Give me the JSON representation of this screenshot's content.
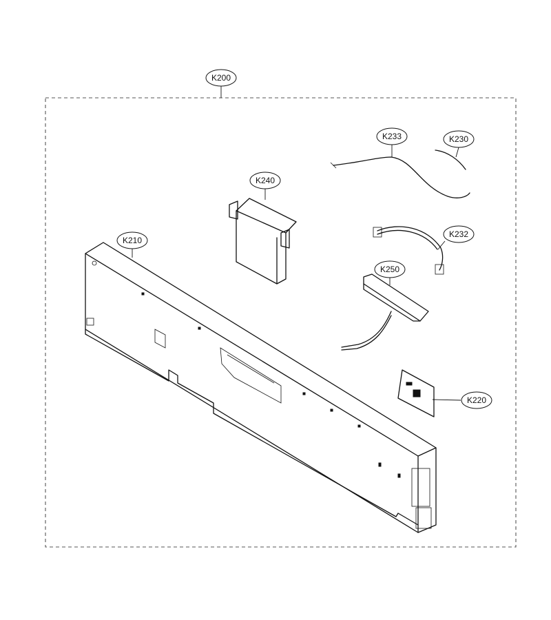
{
  "callouts": {
    "k200": "K200",
    "k210": "K210",
    "k220": "K220",
    "k230": "K230",
    "k232": "K232",
    "k233": "K233",
    "k240": "K240",
    "k250": "K250"
  }
}
